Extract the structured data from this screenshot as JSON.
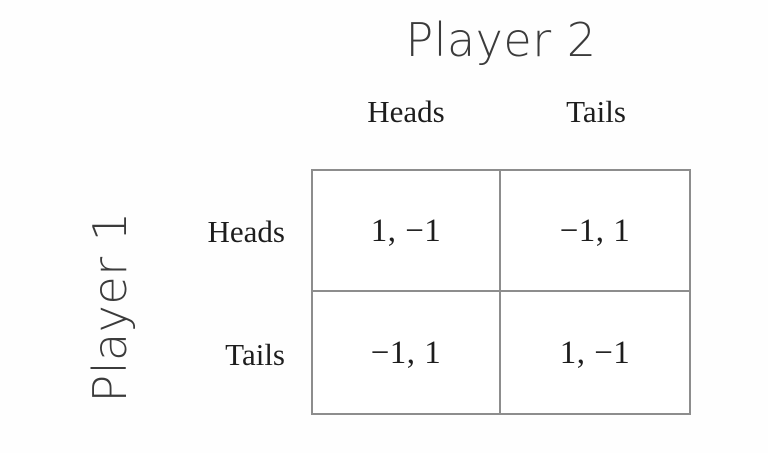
{
  "figure": {
    "column_player_label": "Player 2",
    "row_player_label": "Player 1",
    "border_color": "#8d8d8d",
    "title_color": "#3b3b3b",
    "text_color": "#1d1d1d",
    "background_color": "#fefefe"
  },
  "chart_data": {
    "type": "table",
    "title": "",
    "xlabel": "Player 2",
    "ylabel": "Player 1",
    "row_player": "Player 1",
    "column_player": "Player 2",
    "row_categories": [
      "Heads",
      "Tails"
    ],
    "column_categories": [
      "Heads",
      "Tails"
    ],
    "cells": [
      [
        {
          "text": "1, −1",
          "row": "Heads",
          "column": "Heads",
          "row_payoff": 1,
          "column_payoff": -1
        },
        {
          "text": "−1, 1",
          "row": "Heads",
          "column": "Tails",
          "row_payoff": -1,
          "column_payoff": 1
        }
      ],
      [
        {
          "text": "−1, 1",
          "row": "Tails",
          "column": "Heads",
          "row_payoff": -1,
          "column_payoff": 1
        },
        {
          "text": "1, −1",
          "row": "Tails",
          "column": "Tails",
          "row_payoff": 1,
          "column_payoff": -1
        }
      ]
    ],
    "grid": true,
    "legend": "none"
  }
}
